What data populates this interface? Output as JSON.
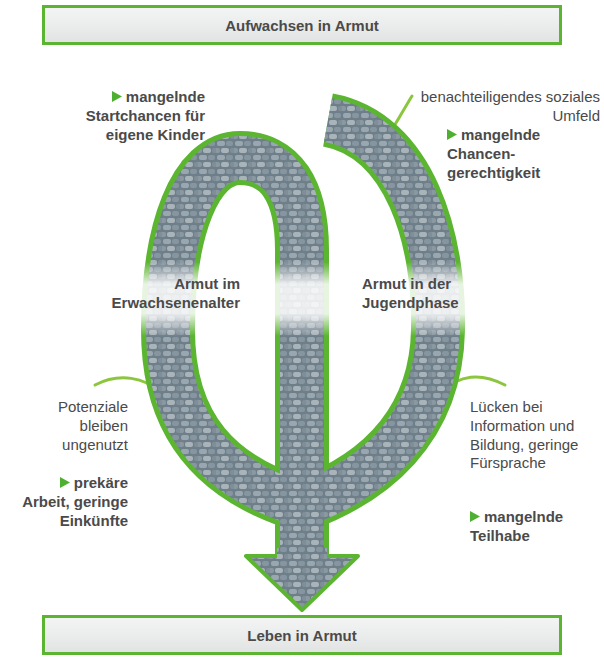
{
  "diagram": {
    "nodes": [
      {
        "text": [
          "Aufwachsen in Armut"
        ]
      },
      {
        "text": [
          "Leben in Armut"
        ]
      }
    ],
    "labels": [
      "mangelnde Startchancen für eigene Kinder",
      "benachteiligendes soziales Umfeld",
      "mangelnde Chancen- gerechtigkeit",
      "Armut im Erwachsenenalter",
      "Armut in der Jugendphase",
      "Potenziale bleiben ungenutzt",
      "prekäre Arbeit, geringe Einkünfte",
      "Lücken bei Information und Bildung, geringe Fürsprache",
      "mangelnde Teilhabe"
    ]
  }
}
